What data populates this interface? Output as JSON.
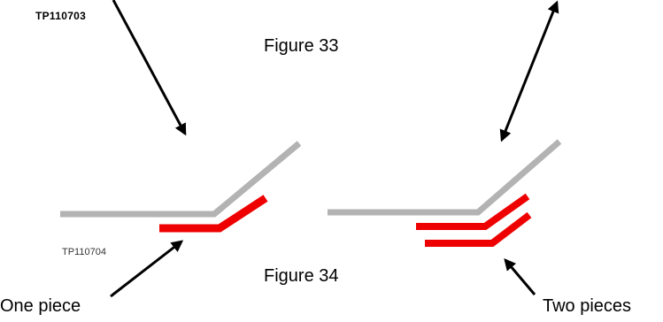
{
  "labels": {
    "tp_code_top": "TP110703",
    "tp_code_bottom": "TP110704",
    "figure_33": "Figure 33",
    "figure_34": "Figure 34",
    "one_piece": "One piece",
    "two_pieces": "Two pieces"
  },
  "colors": {
    "panel_gray": "#b3b3b3",
    "piece_red": "#ee0000",
    "arrow_black": "#000000",
    "background": "#ffffff"
  }
}
